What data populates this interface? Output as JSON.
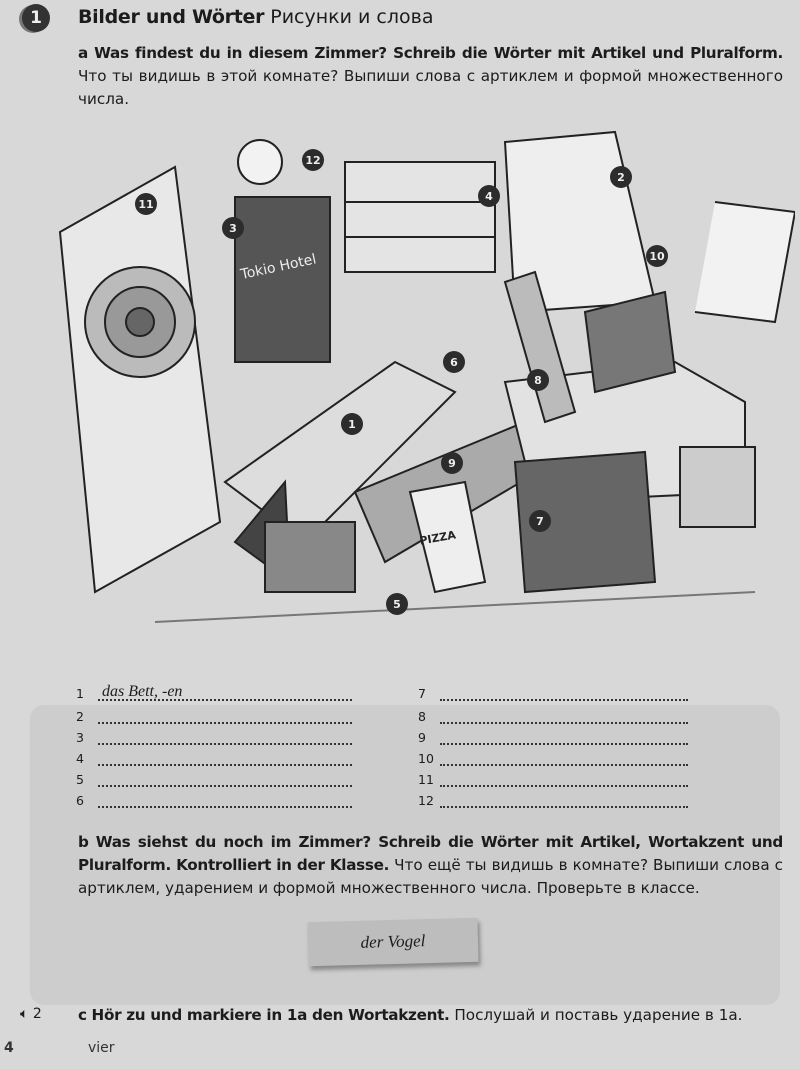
{
  "exercise": {
    "number": "1",
    "title_de": "Bilder und Wörter",
    "title_ru": "Рисунки и слова"
  },
  "part_a": {
    "letter": "a",
    "instruction_de": "Was findest du in diesem Zimmer? Schreib die Wörter mit Artikel und Pluralform.",
    "instruction_ru": "Что ты видишь в этой комнате? Выпиши слова с артиклем и формой множественного числа."
  },
  "illustration": {
    "markers": [
      "1",
      "2",
      "3",
      "4",
      "5",
      "6",
      "7",
      "8",
      "9",
      "10",
      "11",
      "12"
    ],
    "poster_text": "Tokio Hotel",
    "box_text": "PIZZA"
  },
  "answers": [
    {
      "n": "1",
      "value": "das Bett, -en"
    },
    {
      "n": "2",
      "value": ""
    },
    {
      "n": "3",
      "value": ""
    },
    {
      "n": "4",
      "value": ""
    },
    {
      "n": "5",
      "value": ""
    },
    {
      "n": "6",
      "value": ""
    },
    {
      "n": "7",
      "value": ""
    },
    {
      "n": "8",
      "value": ""
    },
    {
      "n": "9",
      "value": ""
    },
    {
      "n": "10",
      "value": ""
    },
    {
      "n": "11",
      "value": ""
    },
    {
      "n": "12",
      "value": ""
    }
  ],
  "part_b": {
    "letter": "b",
    "instruction_de": "Was siehst du noch im Zimmer? Schreib die Wörter mit Artikel, Wortakzent und Pluralform. Kontrolliert in der Klasse.",
    "instruction_ru": "Что ещё ты видишь в комнате? Выпиши слова с артиклем, ударением и формой множественного числа. Проверьте в классе.",
    "example": "der Vogel"
  },
  "part_c": {
    "track": "2",
    "letter": "c",
    "instruction_de": "Hör zu und markiere in 1a den Wortakzent.",
    "instruction_ru": "Послушай и поставь ударение в 1а."
  },
  "footer": {
    "page_number": "4",
    "page_word": "vier"
  }
}
